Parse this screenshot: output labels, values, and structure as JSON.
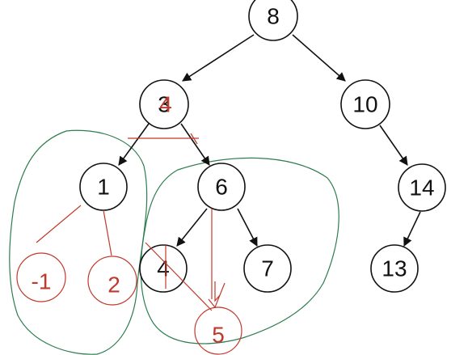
{
  "colors": {
    "node_stroke": "#111111",
    "annotation_red": "#c0392b",
    "annotation_green": "#2e7d4f",
    "background": "#ffffff"
  },
  "tree": {
    "nodes": {
      "n8": "8",
      "n3": "3",
      "n10": "10",
      "n1": "1",
      "n6": "6",
      "n14": "14",
      "n4": "4",
      "n7": "7",
      "n13": "13"
    }
  },
  "annotations": {
    "overwrite_digit": "4",
    "new_nodes": {
      "neg1": "-1",
      "two": "2",
      "five": "5"
    }
  }
}
